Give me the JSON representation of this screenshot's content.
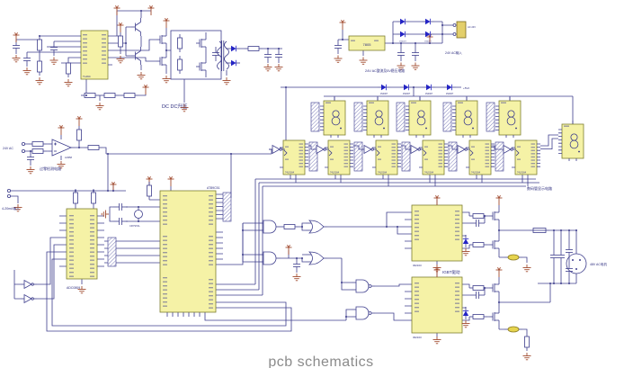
{
  "page": {
    "caption": "pcb schematics"
  },
  "colors": {
    "wire": "#3d3d8c",
    "ic_fill": "#f5f2a6",
    "ic_border": "#7d7d2f",
    "diode": "#2424c4",
    "gnd": "#a14a2e",
    "label": "#2b2b7e",
    "caption": "#8b8b8b",
    "conn_fill": "#e3cf6b",
    "part_yellow": "#e6d44e"
  },
  "blocks": {
    "dcdc": {
      "label": "DC DC升压",
      "ic": "TL494"
    },
    "rect5v": {
      "label": "24V AC整流及5V稳压电路",
      "regulator": "7805",
      "diode": "1N4007"
    },
    "ac_input": {
      "label": "24V AC输入",
      "connector": "AC 24V"
    },
    "display": {
      "label": "数码管显示电路",
      "driver": "74LS164",
      "diode": "1N4007",
      "rail": "+5V2"
    },
    "zero": {
      "label": "过零检测电路",
      "input": "24V AC",
      "opamp": "LM358"
    },
    "analog": {
      "label": "4-20mA输入"
    },
    "adc": {
      "ic": "ADC0809"
    },
    "mcu": {
      "ic": "AT89C51",
      "crystal": "CRYSTAL"
    },
    "igbt": {
      "label": "IGBT驱动",
      "driver": "IR2103",
      "motor": "48V AC电机"
    }
  }
}
